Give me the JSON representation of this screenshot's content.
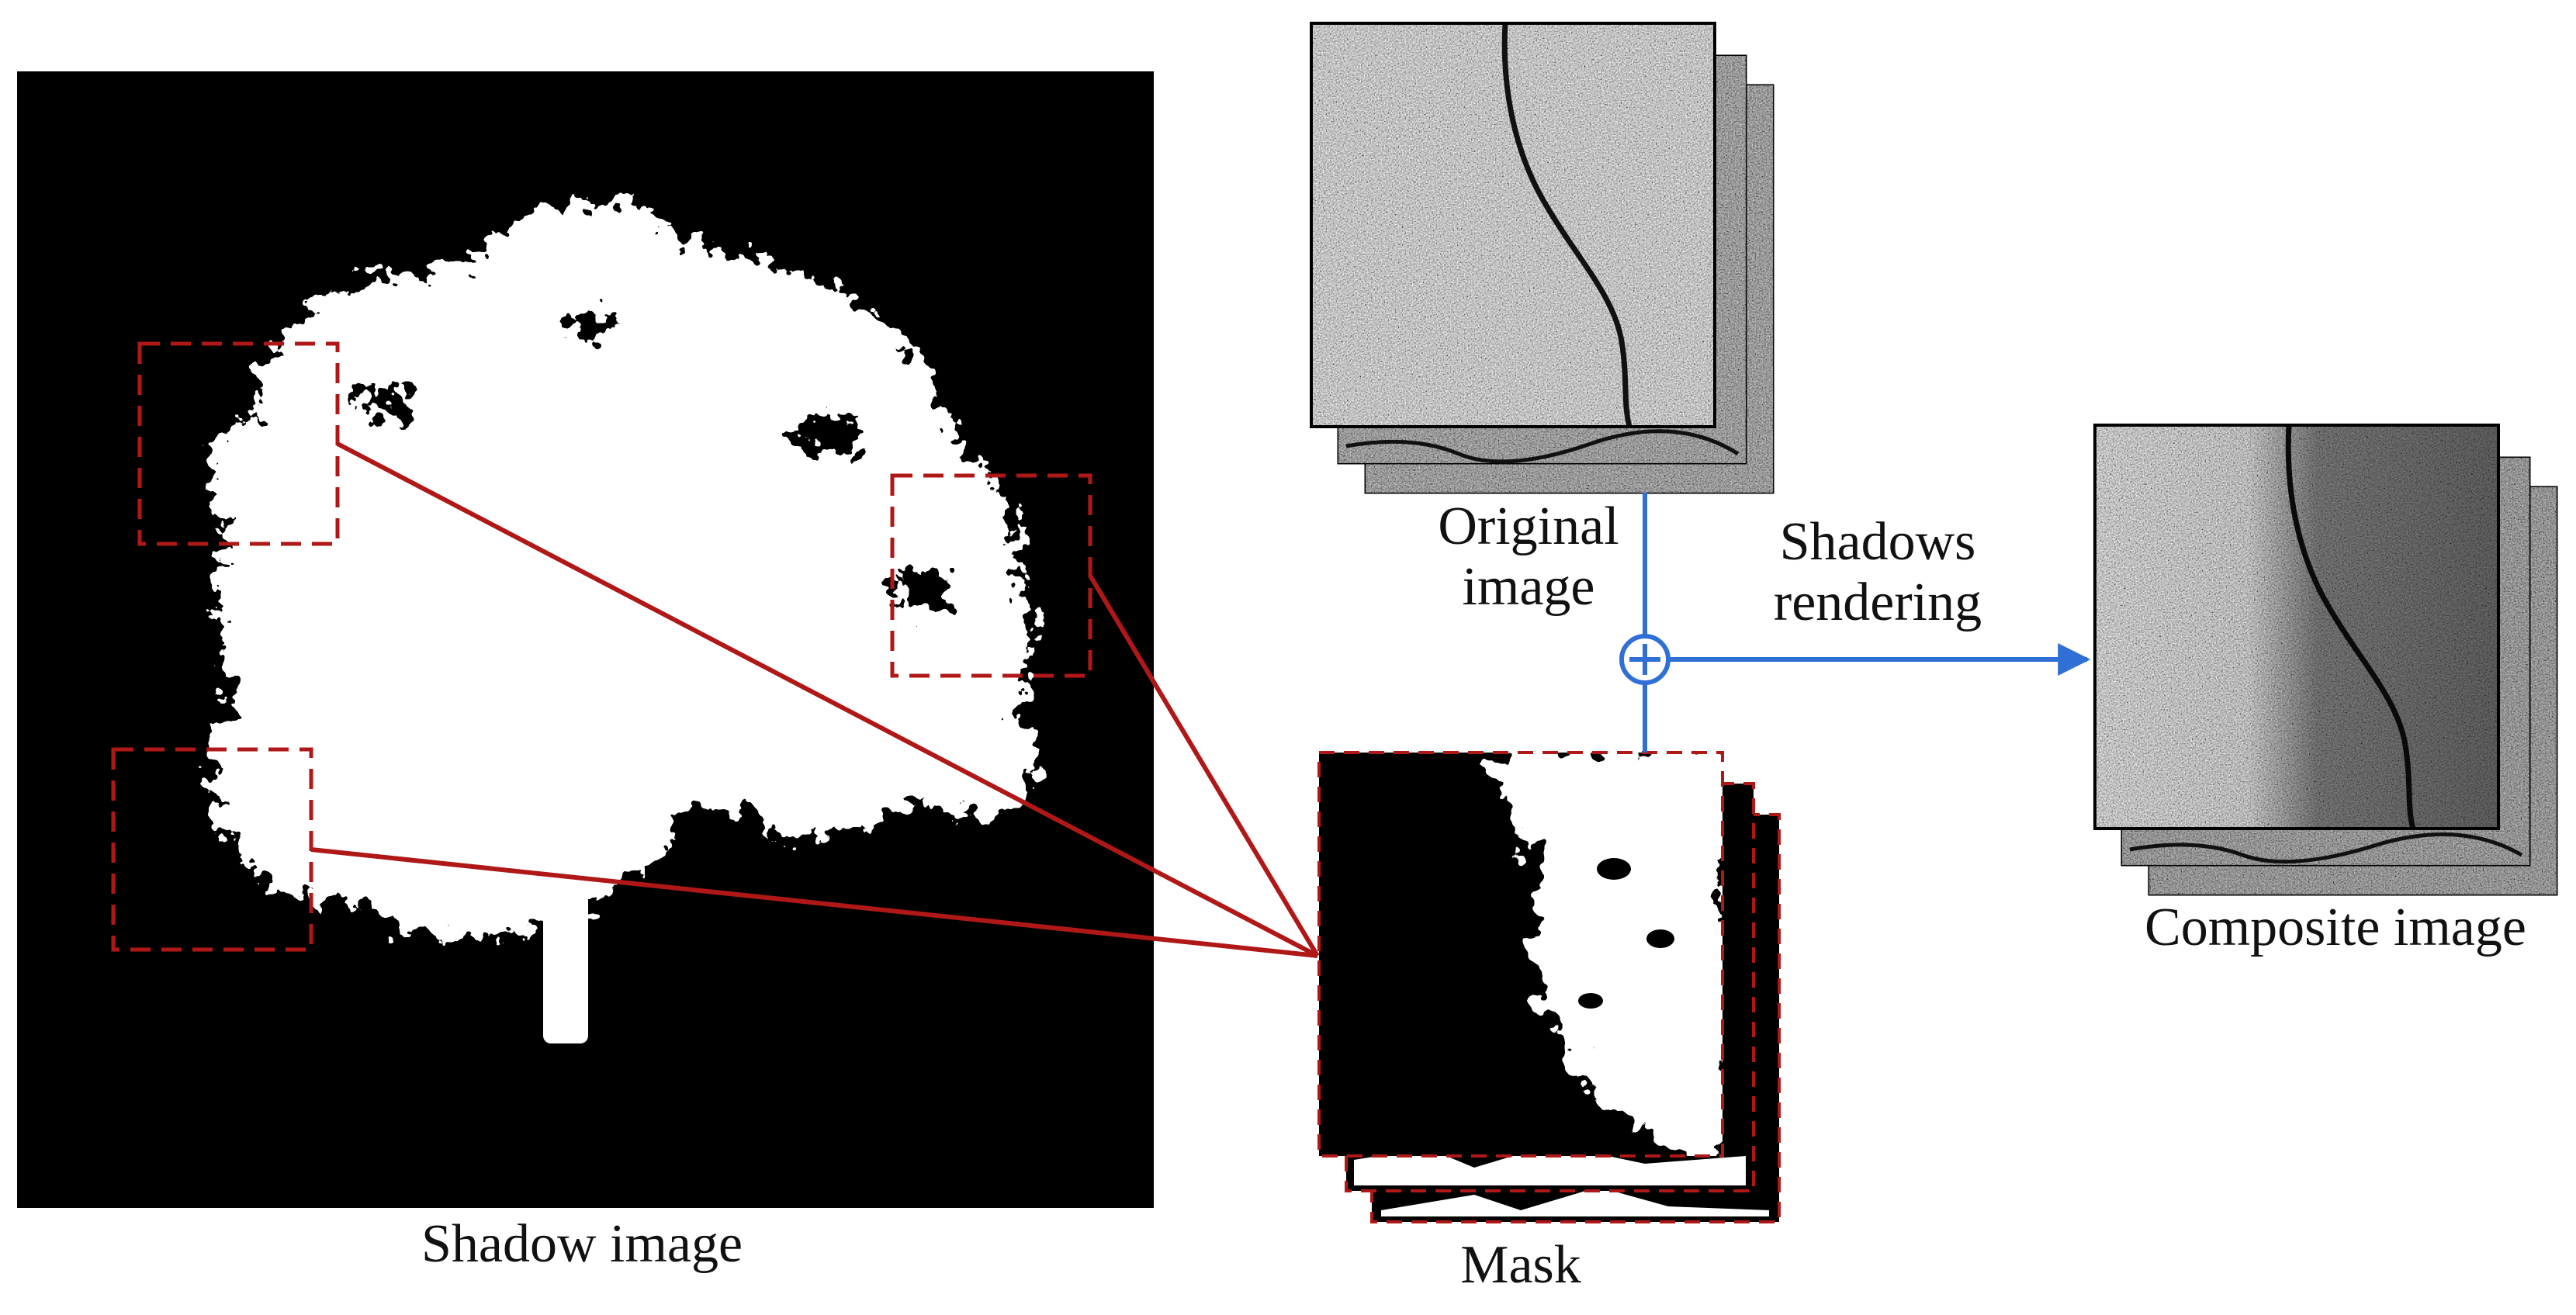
{
  "labels": {
    "shadow_image": "Shadow image",
    "mask": "Mask",
    "original_line1": "Original",
    "original_line2": "image",
    "shadows_rendering_line1": "Shadows",
    "shadows_rendering_line2": "rendering",
    "composite_image": "Composite image"
  },
  "colors": {
    "background": "#ffffff",
    "shadow_field": "#000000",
    "tree_shadow": "#ffffff",
    "zoom_box": "#b01818",
    "flow_arrow": "#2f6fd6",
    "texture_base": "#8a8a8a"
  },
  "icons": {
    "combine": "circle-plus-icon"
  }
}
